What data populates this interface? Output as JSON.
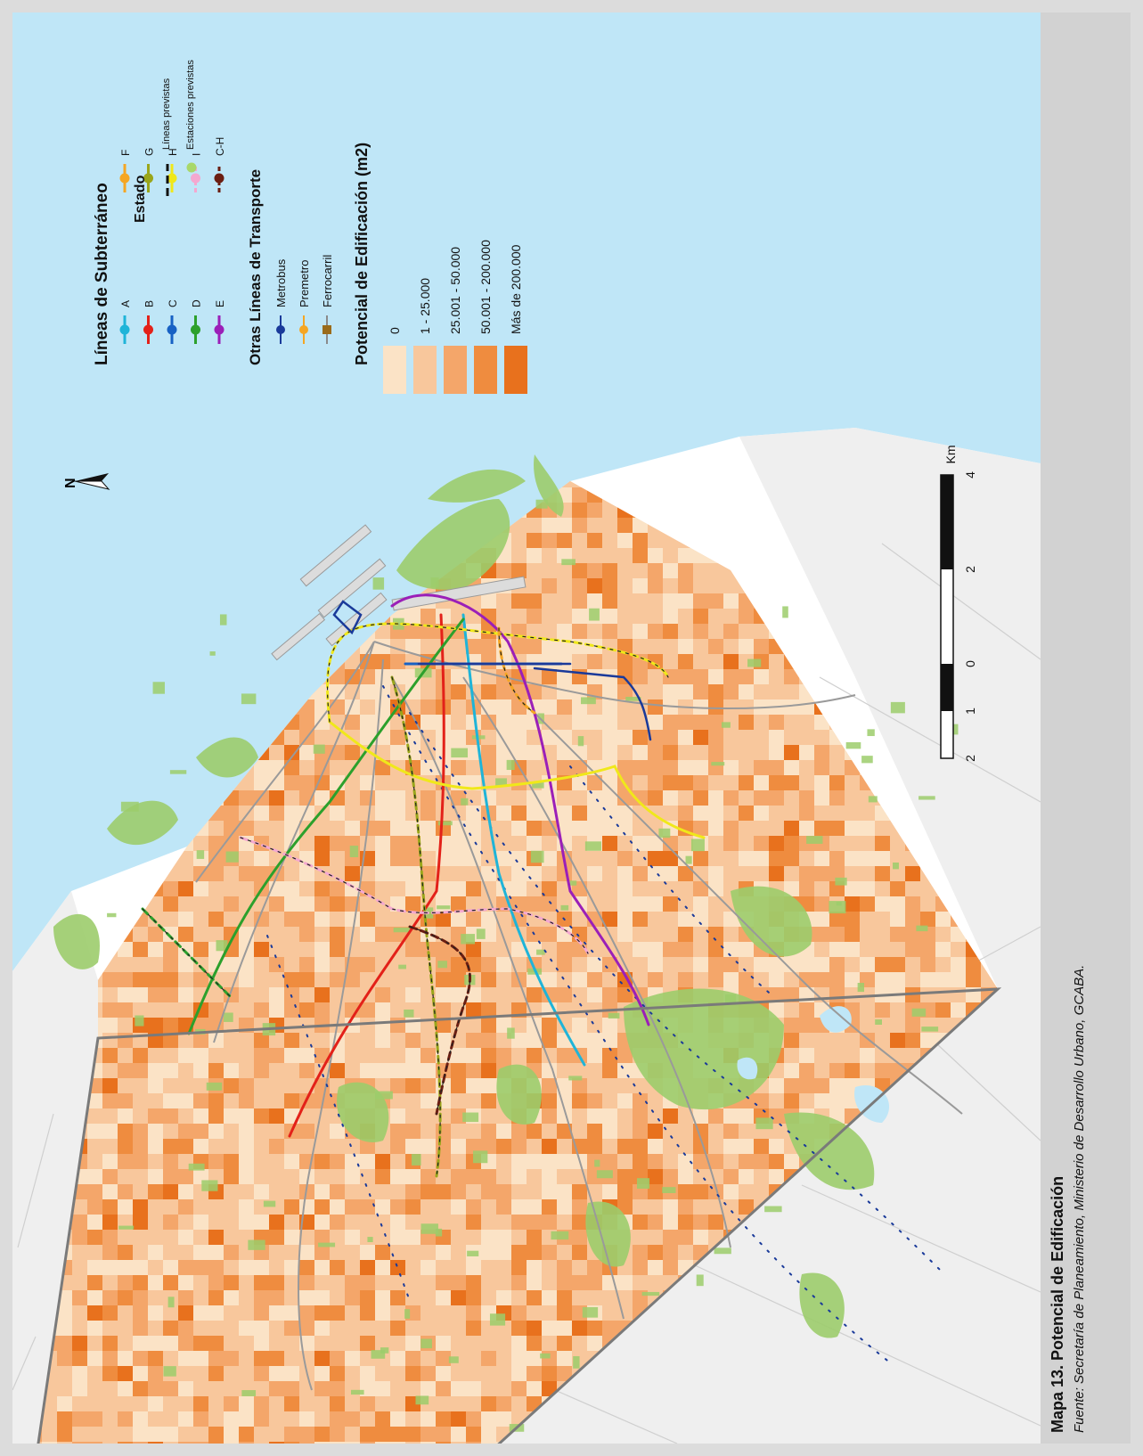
{
  "caption": {
    "title": "Mapa 13. Potencial de Edificación",
    "source": "Fuente: Secretaría de Planeamiento, Ministerio de Desarrollo Urbano, GCABA."
  },
  "legend": {
    "subway_title": "Líneas de Subterráneo",
    "subway_lines": [
      {
        "label": "A",
        "color": "#1fb4d8"
      },
      {
        "label": "B",
        "color": "#e32119"
      },
      {
        "label": "C",
        "color": "#1761c4"
      },
      {
        "label": "D",
        "color": "#2ca02c"
      },
      {
        "label": "E",
        "color": "#9b1fb8"
      },
      {
        "label": "F",
        "color": "#f5a623"
      },
      {
        "label": "G",
        "color": "#9aa61a"
      },
      {
        "label": "H",
        "color": "#f0e81a"
      },
      {
        "label": "I",
        "color": "#f4a8d0"
      },
      {
        "label": "C-H",
        "color": "#6b1e12"
      }
    ],
    "estado_title": "Estado",
    "estado_items": [
      {
        "label": "Líneas previstas"
      },
      {
        "label": "Estaciones previstas",
        "color": "#a8d86a"
      }
    ],
    "other_title": "Otras Líneas de Transporte",
    "other_lines": [
      {
        "label": "Metrobus",
        "color": "#1a3a9a"
      },
      {
        "label": "Premetro",
        "color": "#f5a623"
      },
      {
        "label": "Ferrocarril",
        "color": "#9a6b1a"
      }
    ],
    "potential_title": "Potencial de Edificación (m2)",
    "potential_classes": [
      {
        "label": "0",
        "color": "#fbe3c6"
      },
      {
        "label": "1 - 25.000",
        "color": "#f8c79c"
      },
      {
        "label": "25.001 - 50.000",
        "color": "#f4a66a"
      },
      {
        "label": "50.001 - 200.000",
        "color": "#ef8c3f"
      },
      {
        "label": "Más de 200.000",
        "color": "#e8711d"
      }
    ]
  },
  "scale": {
    "labels": [
      "2",
      "1",
      "0",
      "2",
      "4"
    ],
    "unit": "Km"
  },
  "north": {
    "label": "N"
  },
  "colors": {
    "water": "#bfe6f7",
    "land_outside": "#efefef",
    "city_base": "#f5c9a0",
    "park": "#9ccc6b",
    "rail": "#999999",
    "boundary": "#7a7a7a"
  }
}
